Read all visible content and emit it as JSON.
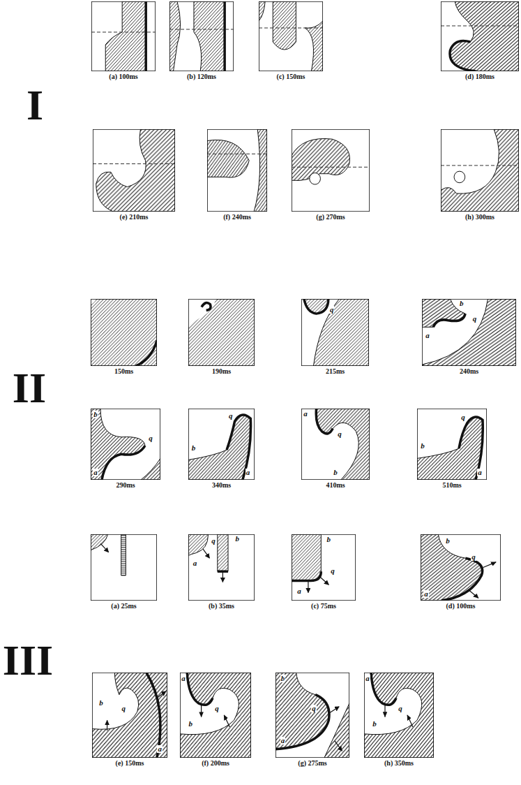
{
  "diagram": {
    "labels": [
      "I",
      "(a) 100ms",
      "(b) 120ms",
      "(c) 150ms",
      "(d) 180ms",
      "(e) 210ms",
      "(f) 240ms",
      "(g) 270ms",
      "(h) 300ms",
      "II",
      "150ms",
      "190ms",
      "q",
      "215ms",
      "b",
      "q",
      "a",
      "240ms",
      "b",
      "q",
      "a",
      "290ms",
      "q",
      "b",
      "a",
      "340ms",
      "a",
      "q",
      "b",
      "410ms",
      "q",
      "b",
      "a",
      "510ms",
      "III",
      "(a) 25ms",
      "b",
      "a",
      "q",
      "(b) 35ms",
      "b",
      "q",
      "a",
      "(c) 75ms",
      "b",
      "q",
      "a",
      "(d) 100ms",
      "q",
      "b",
      "a",
      "(e) 150ms",
      "a",
      "q",
      "b",
      "(f) 200ms",
      "b",
      "q",
      "a",
      "(g) 275ms",
      "a",
      "q",
      "b",
      "(h) 350ms"
    ]
  }
}
